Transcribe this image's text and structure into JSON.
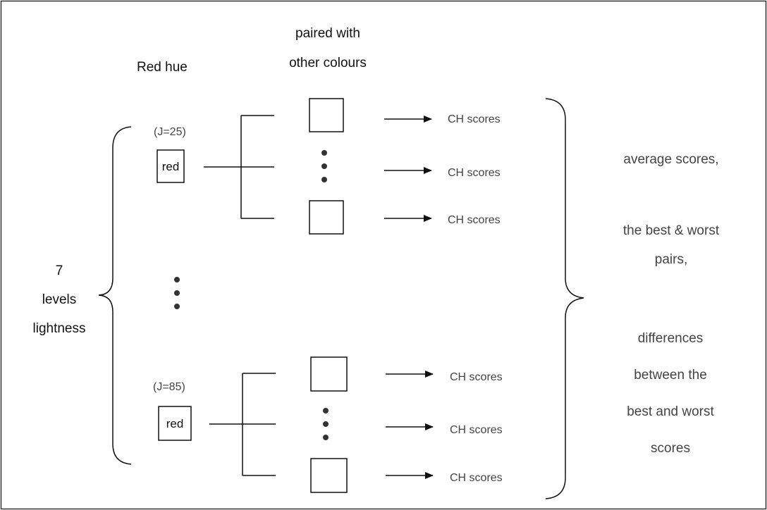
{
  "header": {
    "red_hue": "Red hue",
    "paired_line1": "paired with",
    "paired_line2": "other colours"
  },
  "left_label": {
    "line1": "7",
    "line2": "levels",
    "line3": "lightness"
  },
  "top_group": {
    "j_label": "(J=25)",
    "box_label": "red",
    "scores": [
      "CH scores",
      "CH scores",
      "CH scores"
    ]
  },
  "bottom_group": {
    "j_label": "(J=85)",
    "box_label": "red",
    "scores": [
      "CH scores",
      "CH scores",
      "CH scores"
    ]
  },
  "results": {
    "line1": "average scores,",
    "line2": "the best & worst",
    "line3": "pairs,",
    "line4": "differences",
    "line5": "between the",
    "line6": "best and worst",
    "line7": "scores"
  }
}
